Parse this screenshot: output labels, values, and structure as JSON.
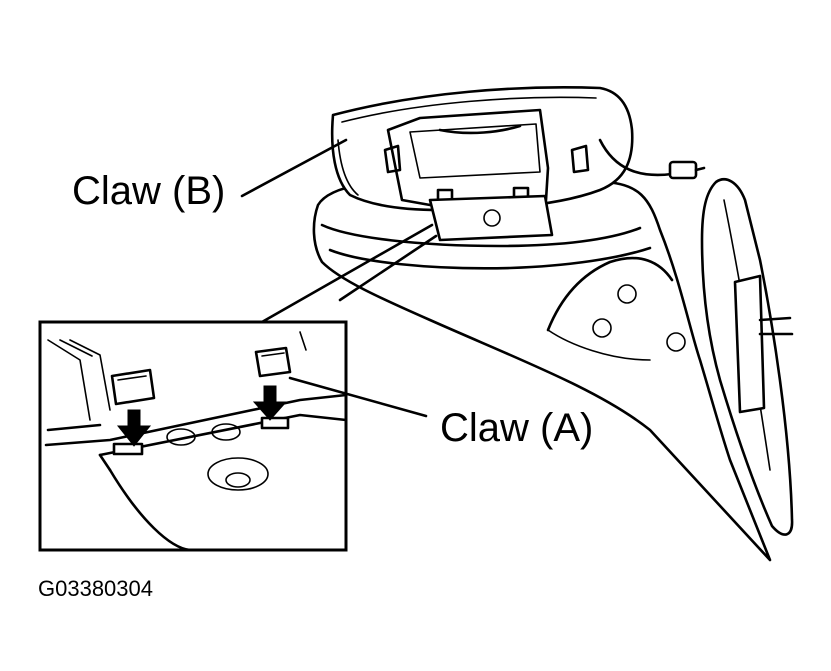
{
  "labels": {
    "claw_b": "Claw (B)",
    "claw_a": "Claw (A)",
    "figure_code": "G03380304"
  },
  "icons": [
    "mirror-housing-drawing",
    "mirror-glass-drawing",
    "detail-inset-drawing",
    "arrow-down-icon"
  ]
}
